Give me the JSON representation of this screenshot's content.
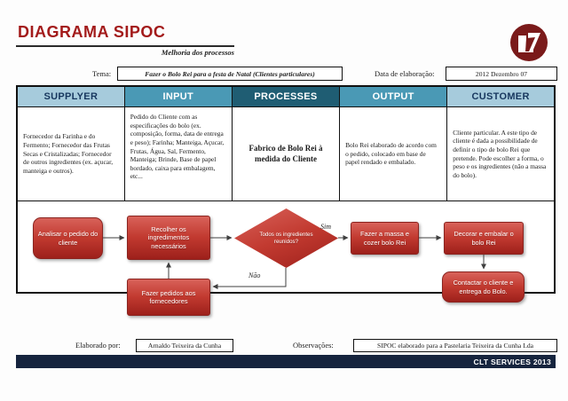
{
  "header": {
    "title": "DIAGRAMA SIPOC",
    "subtitle": "Melhoria dos processos",
    "logo": "clt-services-logo"
  },
  "meta": {
    "tema_label": "Tema:",
    "tema_value": "Fazer o Bolo Rei para a festa de Natal (Clientes particulares)",
    "date_label": "Data de elaboração:",
    "date_value": "2012 Dezembro 07"
  },
  "sipoc": {
    "columns": [
      {
        "id": "supplier",
        "label": "SUPPLYER",
        "text": "Fornecedor da Farinha e do Fermento; Fornecedor das Frutas Secas e Cristalizadas; Fornecedor de outros ingredientes (ex. açucar, manteiga e outros)."
      },
      {
        "id": "input",
        "label": "INPUT",
        "text": "Pedido do Cliente com as especificações do bolo (ex. composição, forma, data de entrega e peso); Farinha; Manteiga, Açucar, Frutas, Água, Sal, Fermento, Manteiga; Brinde, Base de papel bordado, caixa para embalagem, etc..."
      },
      {
        "id": "processes",
        "label": "PROCESSES",
        "text": "Fabrico de Bolo Rei à medida do Cliente"
      },
      {
        "id": "output",
        "label": "OUTPUT",
        "text": "Bolo Rei elaborado de acordo com o pedido, colocado em base de papel rendado e embalado."
      },
      {
        "id": "customer",
        "label": "CUSTOMER",
        "text": "Cliente particular. A este tipo de cliente é dada a possibilidade de definir o tipo de bolo Rei que pretende. Pode escolher a forma, o peso e os ingredientes (não a massa do bolo)."
      }
    ]
  },
  "flow": {
    "nodes": {
      "analisar": "Analisar o pedido do cliente",
      "recolher": "Recolher os ingredimentos necessários",
      "decision": "Todos os ingredientes reunidos?",
      "massa": "Fazer a massa e cozer bolo Rei",
      "decorar": "Decorar e embalar o bolo Rei",
      "pedidos": "Fazer pedidos aos fornecedores",
      "contactar": "Contactar o cliente e entrega do Bolo."
    },
    "edge_labels": {
      "yes": "Sim",
      "no": "Não"
    }
  },
  "footer": {
    "elaborado_label": "Elaborado por:",
    "elaborado_value": "Arnaldo Teixeira da Cunha",
    "obs_label": "Observações:",
    "obs_value": "SIPOC elaborado para a Pastelaria Teixeira da Cunha Lda",
    "brand_bar": "CLT SERVICES 2013"
  },
  "colors": {
    "title_red": "#A31B1B",
    "header_light_blue": "#A6CBDC",
    "header_mid_blue": "#4A99B5",
    "header_dark_teal": "#1F5D73",
    "flow_box_red": "#C23A30",
    "brand_bar_navy": "#16243E",
    "logo_maroon": "#7A1A1A"
  }
}
